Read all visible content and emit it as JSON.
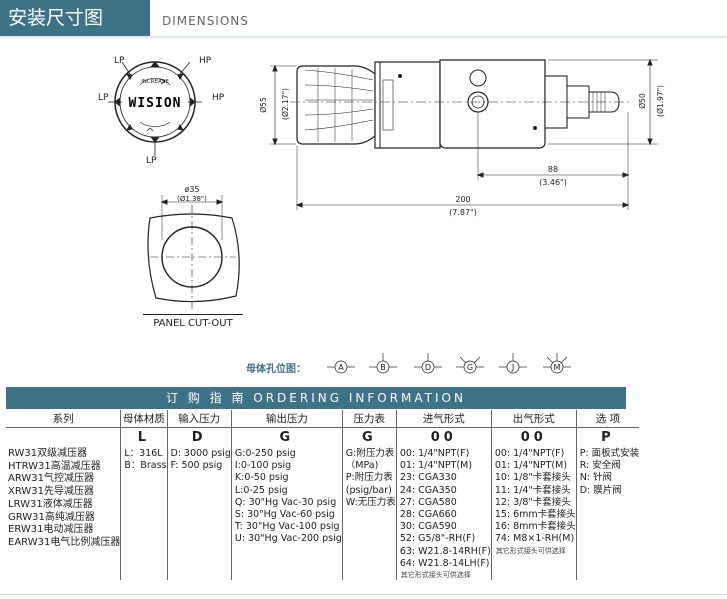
{
  "header": {
    "title_cn": "安装尺寸图",
    "title_en": "DIMENSIONS"
  },
  "knob": {
    "brand": "WISION",
    "arc_text": "INCREASE",
    "ports": [
      "LP",
      "HP",
      "LP",
      "HP",
      "LP"
    ]
  },
  "panel": {
    "dim": "ø35",
    "dim_in": "(Ø1.38\")",
    "caption": "PANEL CUT-OUT"
  },
  "dims": {
    "d55": "Ø55",
    "d55_in": "(Ø2.17\")",
    "d50": "Ø50",
    "d50_in": "(Ø1.97\")",
    "l88": "88",
    "l88_in": "(3.46\")",
    "l200": "200",
    "l200_in": "(7.87\")"
  },
  "positions": {
    "label": "母体孔位图：",
    "items": [
      "A",
      "B",
      "D",
      "G",
      "J",
      "M"
    ]
  },
  "ordering": {
    "title": "订 购 指 南       ORDERING   INFORMATION",
    "headers": [
      "系列",
      "母体材质",
      "输入压力",
      "输出压力",
      "压力表",
      "进气形式",
      "出气形式",
      "选 项"
    ],
    "codes": [
      "",
      "L",
      "D",
      "G",
      "G",
      "00",
      "00",
      "P"
    ],
    "series": [
      "RW31双级减压器",
      "HTRW31高温减压器",
      "ARW31气控减压器",
      "XRW31先导减压器",
      "LRW31液体减压器",
      "GRW31高纯减压器",
      "ERW31电动减压器",
      "EARW31电气比例减压器"
    ],
    "material": [
      "L：316L",
      "B：Brass"
    ],
    "inlet_pressure": [
      "D: 3000 psig",
      "F: 500 psig"
    ],
    "outlet_pressure": [
      "G:0-250 psig",
      "I:0-100 psig",
      "K:0-50 psig",
      "L:0-25 psig",
      "Q: 30\"Hg Vac-30 psig",
      "S: 30\"Hg Vac-60 psig",
      "T: 30\"Hg Vac-100 psig",
      "U: 30\"Hg Vac-200 psig"
    ],
    "gauge": [
      "G:附压力表",
      "（MPa)",
      "P:附压力表",
      "(psig/bar)",
      "W:无压力表"
    ],
    "inlet": [
      "00:  1/4\"NPT(F)",
      "01:  1/4\"NPT(M)",
      "23:  CGA330",
      "24:  CGA350",
      "27:  CGA580",
      "28:  CGA660",
      "30:  CGA590",
      "52:  G5/8\"-RH(F)",
      "63:  W21.8-14RH(F)",
      "64:  W21.8-14LH(F)"
    ],
    "inlet_note": "其它形式接头可供选择",
    "outlet": [
      "00:  1/4\"NPT(F)",
      "01:  1/4\"NPT(M)",
      "10:  1/8\"卡套接头",
      "11:  1/4\"卡套接头",
      "12:  3/8\"卡套接头",
      "15:  6mm卡套接头",
      "16:  8mm卡套接头",
      "74:  M8×1-RH(M)"
    ],
    "outlet_note": "其它形式接头可供选择",
    "options": [
      "P: 面板式安装",
      "R: 安全阀",
      "N: 针阀",
      "D: 膜片阀"
    ]
  }
}
